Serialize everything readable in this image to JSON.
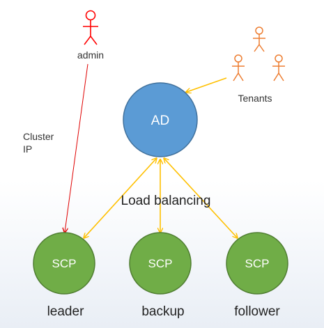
{
  "nodes": {
    "ad": {
      "label": "AD",
      "color": "#5b9bd5",
      "stroke": "#41719c"
    },
    "scp_leader": {
      "label": "SCP",
      "role": "leader"
    },
    "scp_backup": {
      "label": "SCP",
      "role": "backup"
    },
    "scp_follower": {
      "label": "SCP",
      "role": "follower"
    },
    "scp_color": "#70ad47",
    "scp_stroke": "#507e32"
  },
  "actors": {
    "admin": {
      "label": "admin",
      "color": "#ff0000"
    },
    "tenants": {
      "label": "Tenants",
      "color": "#ed7d31"
    }
  },
  "edges": {
    "cluster_ip_label_line1": "Cluster",
    "cluster_ip_label_line2": "IP",
    "load_balancing_label": "Load balancing",
    "arrow_color": "#ffc000",
    "admin_line_color": "#e00000"
  }
}
